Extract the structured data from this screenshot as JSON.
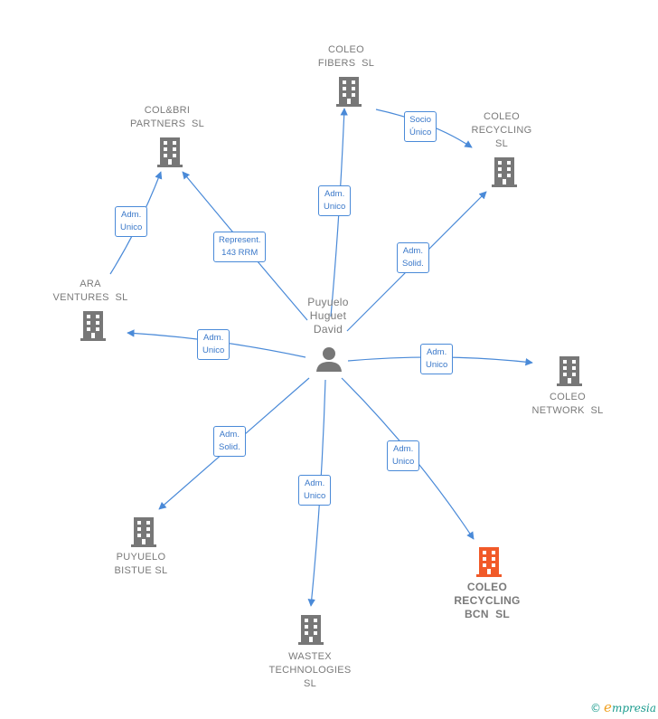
{
  "center": {
    "label": "Puyuelo\nHuguet\nDavid",
    "icon": "person-icon"
  },
  "companies": {
    "coleo_fibers": "COLEO\nFIBERS  SL",
    "colbri": "COL&BRI\nPARTNERS  SL",
    "coleo_recycling": "COLEO\nRECYCLING\nSL",
    "ara": "ARA\nVENTURES  SL",
    "coleo_network": "COLEO\nNETWORK  SL",
    "puyuelo_bistue": "PUYUELO\nBISTUE SL",
    "wastex": "WASTEX\nTECHNOLOGIES\nSL",
    "coleo_bcn": "COLEO\nRECYCLING\nBCN  SL"
  },
  "edge_labels": {
    "colbri": "Represent.\n143 RRM",
    "coleo_fibers": "Adm.\nUnico",
    "coleo_recycling": "Adm.\nSolid.",
    "ara_colbri": "Adm.\nUnico",
    "ara": "Adm.\nUnico",
    "coleo_network": "Adm.\nUnico",
    "puyuelo_bistue": "Adm.\nSolid.",
    "wastex": "Adm.\nUnico",
    "coleo_bcn": "Adm.\nUnico",
    "fibers_recycling": "Socio\nÚnico"
  },
  "colors": {
    "edge": "#4a8ad8",
    "building": "#777777",
    "highlight": "#f15a29"
  },
  "footer": {
    "copyright": "©",
    "brand_initial": "e",
    "brand_rest": "mpresia"
  }
}
